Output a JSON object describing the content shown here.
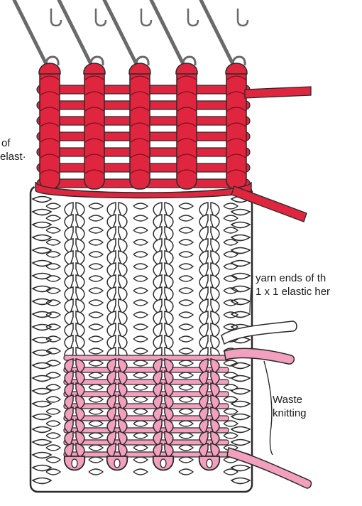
{
  "labels": {
    "top_left_line1": "of",
    "top_left_line2": "elast·",
    "yarn_ends_line1": "yarn ends of th",
    "yarn_ends_line2": "1 x 1 elastic her",
    "waste_line1": "Waste",
    "waste_line2": "knitting"
  },
  "colors": {
    "elastic_hem": "#e0263f",
    "waste_knitting": "#f2a0bd",
    "main_knitting": "#ffffff",
    "outline": "#2a2a2a",
    "hooks": "#6a6a6a"
  },
  "icons": [
    "needle-hook-icon",
    "yarn-end-icon"
  ]
}
